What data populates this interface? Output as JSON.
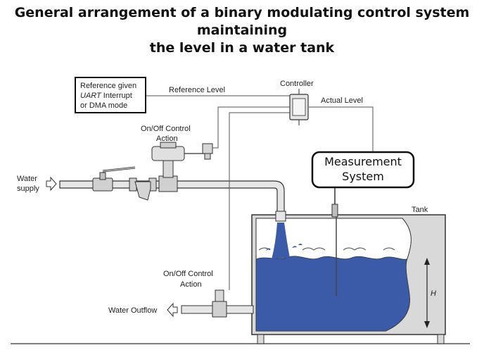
{
  "title": {
    "line1": "General arrangement of a binary modulating control system maintaining",
    "line2": "the level in a water tank"
  },
  "labels": {
    "reference_box": [
      "Reference given",
      "UART",
      " Interrupt",
      "or DMA mode"
    ],
    "reference_level": "Reference Level",
    "controller": "Controller",
    "actual_level": "Actual Level",
    "onoff_top": [
      "On/Off Control",
      "Action"
    ],
    "onoff_bottom": [
      "On/Off Control",
      "Action"
    ],
    "water_supply": [
      "Water",
      "supply"
    ],
    "measurement": [
      "Measurement",
      "System"
    ],
    "tank": "Tank",
    "height": "H",
    "water_outflow": "Water Outflow"
  },
  "colors": {
    "water": "#3b5aa8",
    "pipe": "#e6e6e6",
    "tank_wall": "#d9d9d9",
    "outline": "#333333"
  }
}
